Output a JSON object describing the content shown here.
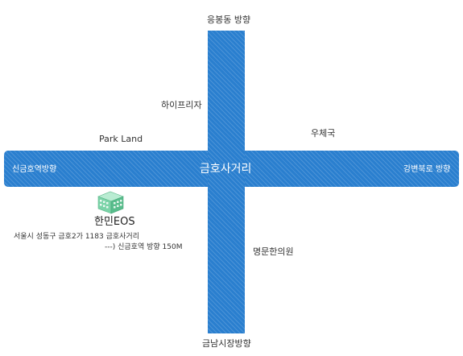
{
  "map": {
    "center_intersection": "금호사거리",
    "directions": {
      "north": "응봉동 방향",
      "south": "금남시장방향",
      "west": "신금호역방향",
      "east": "강변북로 방향"
    },
    "landmarks": {
      "hi_plaza": "하이프리자",
      "park_land": "Park Land",
      "post_office": "우체국",
      "clinic": "명문한의원"
    },
    "office": {
      "name": "한민EOS",
      "address": "서울시 성동구 금호2가 1183  금호사거리",
      "direction_note": "---) 신금호역 방향 150M",
      "icon": "building-icon"
    },
    "colors": {
      "road": "#2a7fcf",
      "icon_green": "#7bd3a8",
      "background": "#ffffff"
    }
  }
}
